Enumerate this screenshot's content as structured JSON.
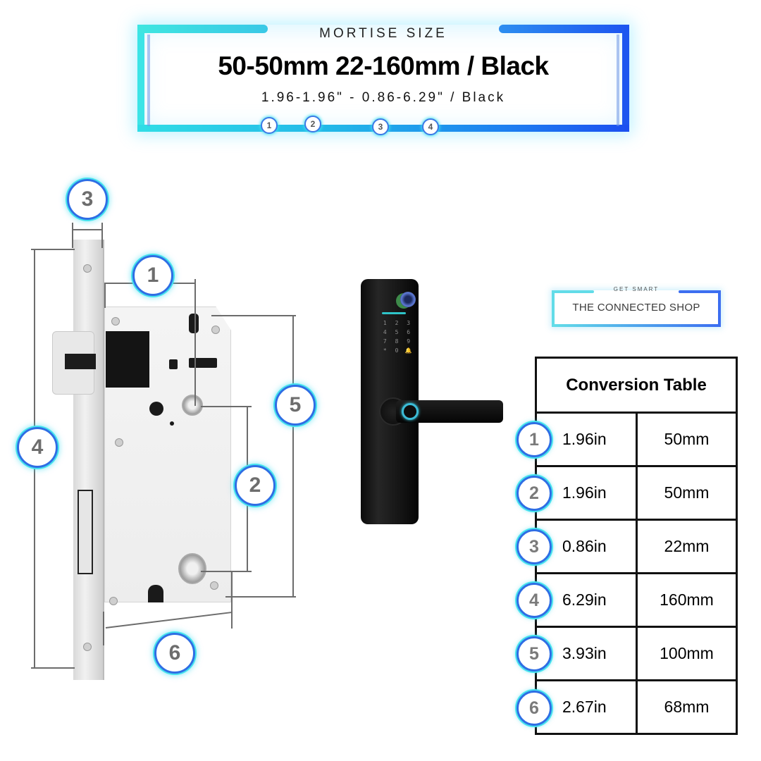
{
  "header": {
    "subtitle": "MORTISE SIZE",
    "title": "50-50mm 22-160mm / Black",
    "imperial": "1.96-1.96\" - 0.86-6.29\" / Black",
    "steps": [
      "1",
      "2",
      "3",
      "4"
    ],
    "colors": {
      "accent_cyan": "#3fe0e8",
      "accent_blue": "#1e56ef"
    }
  },
  "diagram": {
    "markers": [
      {
        "id": "1",
        "label": "1"
      },
      {
        "id": "2",
        "label": "2"
      },
      {
        "id": "3",
        "label": "3"
      },
      {
        "id": "4",
        "label": "4"
      },
      {
        "id": "5",
        "label": "5"
      },
      {
        "id": "6",
        "label": "6"
      }
    ]
  },
  "product": {
    "keypad": [
      "1",
      "2",
      "3",
      "4",
      "5",
      "6",
      "7",
      "8",
      "9",
      "*",
      "0",
      "🔔"
    ]
  },
  "brand": {
    "tagline": "GET SMART",
    "name": "THE CONNECTED SHOP"
  },
  "conversion_table": {
    "title": "Conversion Table",
    "rows": [
      {
        "marker": "1",
        "inches": "1.96in",
        "mm": "50mm"
      },
      {
        "marker": "2",
        "inches": "1.96in",
        "mm": "50mm"
      },
      {
        "marker": "3",
        "inches": "0.86in",
        "mm": "22mm"
      },
      {
        "marker": "4",
        "inches": "6.29in",
        "mm": "160mm"
      },
      {
        "marker": "5",
        "inches": "3.93in",
        "mm": "100mm"
      },
      {
        "marker": "6",
        "inches": "2.67in",
        "mm": "68mm"
      }
    ]
  }
}
